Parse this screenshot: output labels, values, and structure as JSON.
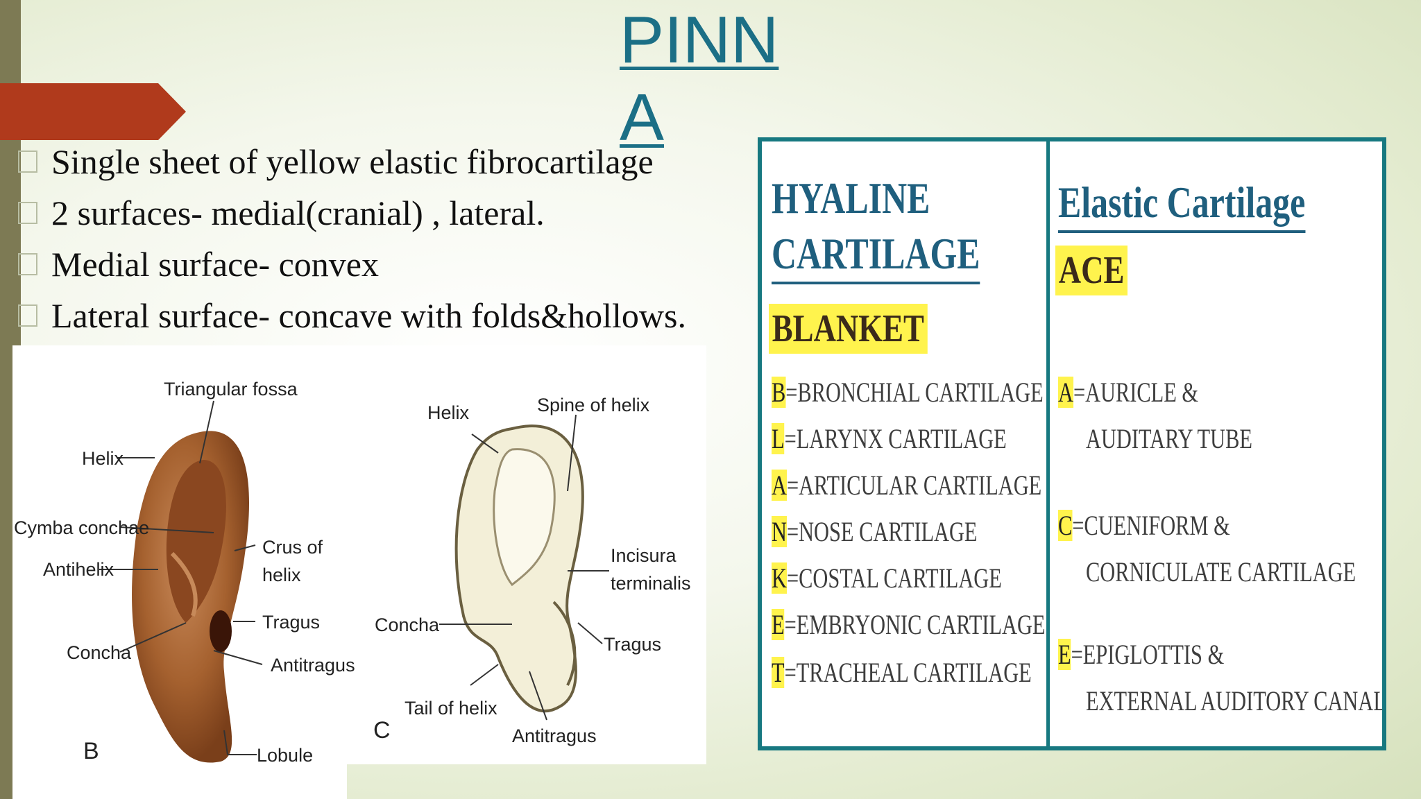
{
  "slide": {
    "title": "PINNA",
    "accent_color": "#b03a1c",
    "title_color": "#1b6f86"
  },
  "bullets": [
    "Single sheet of yellow elastic fibrocartilage",
    "2 surfaces- medial(cranial) , lateral.",
    "Medial surface- convex",
    "Lateral surface- concave with folds&hollows."
  ],
  "ear_figure": {
    "panel_b": {
      "letter": "B",
      "labels": [
        "Triangular fossa",
        "Helix",
        "Cymba conchae",
        "Antihelix",
        "Concha",
        "Crus of",
        "helix",
        "Tragus",
        "Antitragus",
        "Lobule"
      ]
    },
    "panel_c": {
      "letter": "C",
      "labels": [
        "Helix",
        "Spine of helix",
        "Incisura",
        "terminalis",
        "Concha",
        "Tragus",
        "Tail of helix",
        "Antitragus"
      ]
    }
  },
  "mnemonic_table": {
    "hyaline": {
      "heading_line1": "HYALINE",
      "heading_line2": "CARTILAGE",
      "acronym": "BLANKET",
      "entries": [
        {
          "ini": "B",
          "text": "=BRONCHIAL CARTILAGE"
        },
        {
          "ini": "L",
          "text": "=LARYNX CARTILAGE"
        },
        {
          "ini": "A",
          "text": "=ARTICULAR CARTILAGE"
        },
        {
          "ini": "N",
          "text": "=NOSE CARTILAGE"
        },
        {
          "ini": "K",
          "text": "=COSTAL CARTILAGE"
        },
        {
          "ini": "E",
          "text": "=EMBRYONIC CARTILAGE"
        },
        {
          "ini": "T",
          "text": "=TRACHEAL CARTILAGE"
        }
      ]
    },
    "elastic": {
      "heading": "Elastic Cartilage",
      "acronym": "ACE",
      "entries": [
        {
          "ini": "A",
          "text": "=AURICLE &"
        },
        {
          "ini": "",
          "text": "AUDITARY TUBE"
        },
        {
          "ini": "C",
          "text": "=CUENIFORM &"
        },
        {
          "ini": "",
          "text": "CORNICULATE CARTILAGE"
        },
        {
          "ini": "E",
          "text": "=EPIGLOTTIS &"
        },
        {
          "ini": "",
          "text": "EXTERNAL AUDITORY CANAL"
        }
      ]
    },
    "border_color": "#177880",
    "highlight_color": "#fff34d"
  }
}
